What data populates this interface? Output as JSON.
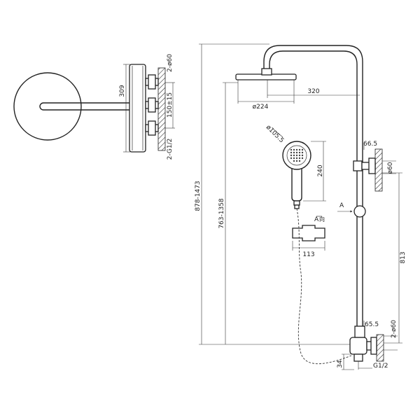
{
  "dimensions": {
    "side_height_309": "309",
    "side_inlet_dia": "2-ø60",
    "side_centre": "150±15",
    "side_thread": "2-G1/2",
    "total_height": "878-1473",
    "adjust_height": "763-1358",
    "head_dia": "ø224",
    "arm_reach": "320",
    "hand_dia": "ø105.5",
    "hand_length": "240",
    "holder_width": "113",
    "view_label": "A",
    "view_suffix": "向",
    "wall_offset_top": "66.5",
    "bracket_dia": "ø60",
    "bracket_to_mixer": "813",
    "mixer_offset": "65.5",
    "mixer_inlet_dia": "2-ø60",
    "outlet_height": "34",
    "outlet_thread": "G1/2"
  }
}
